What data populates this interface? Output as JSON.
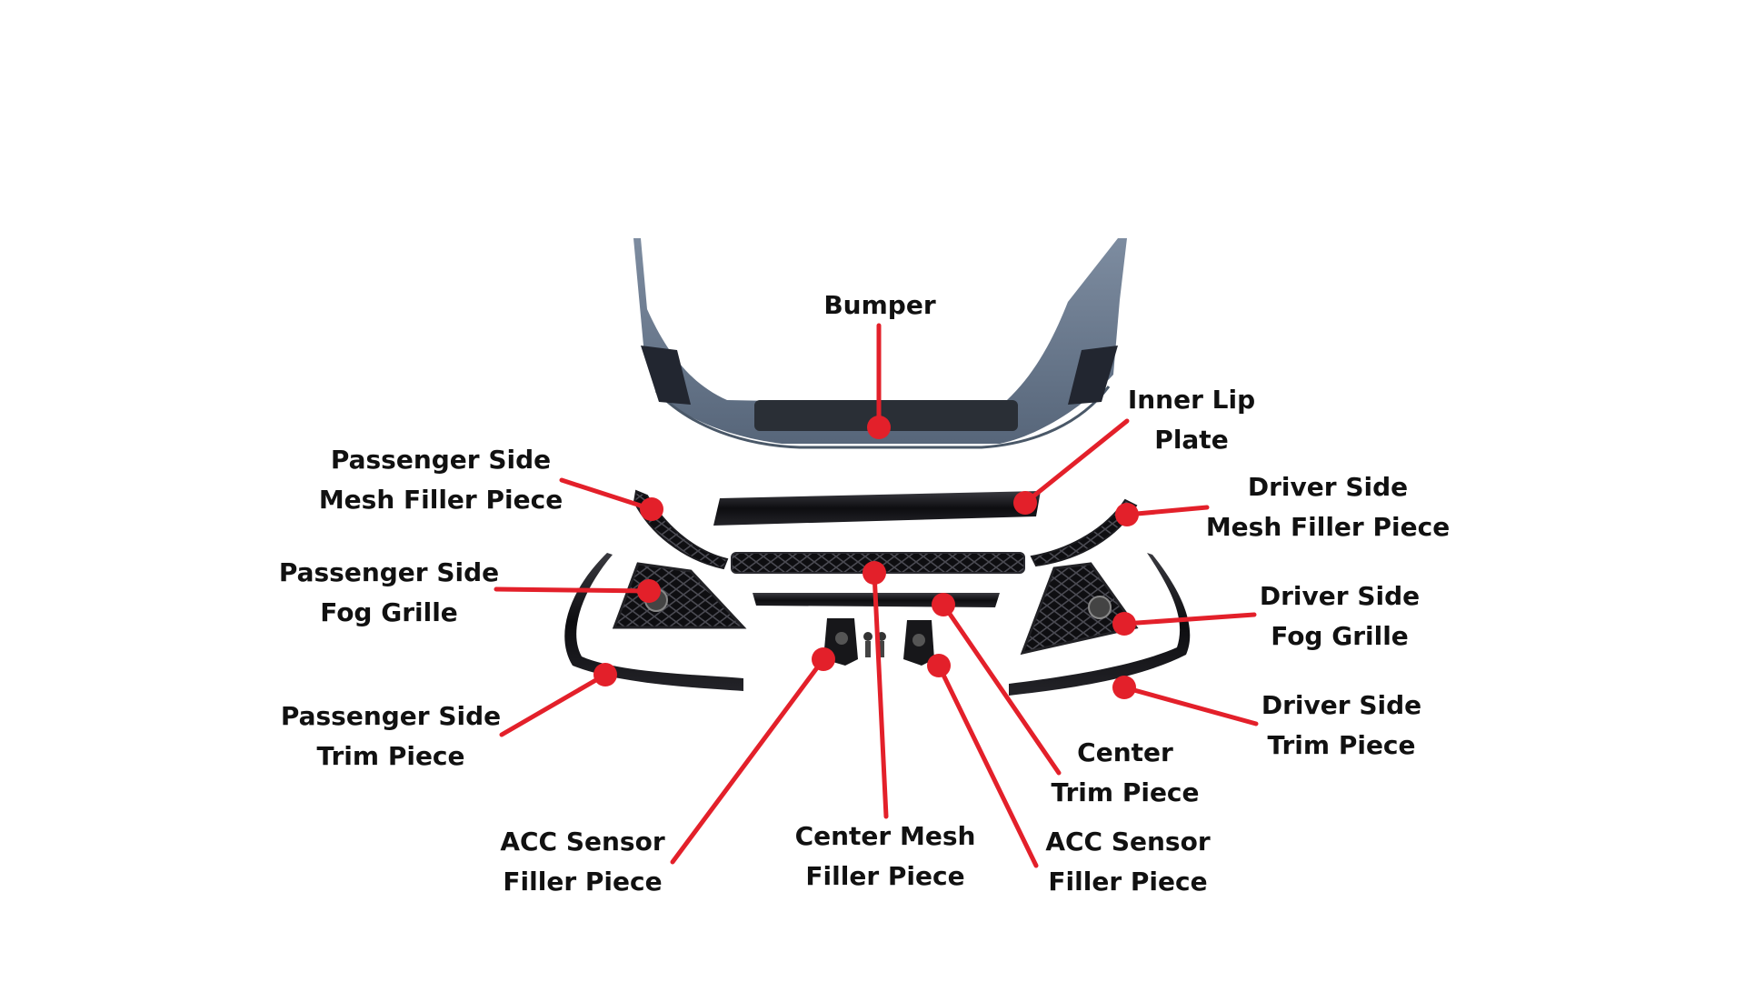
{
  "colors": {
    "callout": "#e3202a",
    "text": "#111111",
    "bumper_primer": "#6b7a8c",
    "gloss_black": "#141416"
  },
  "labels": {
    "bumper": [
      "Bumper"
    ],
    "inner_lip_plate": [
      "Inner Lip",
      "Plate"
    ],
    "passenger_mesh_filler": [
      "Passenger Side",
      "Mesh Filler Piece"
    ],
    "driver_mesh_filler": [
      "Driver Side",
      "Mesh Filler Piece"
    ],
    "passenger_fog_grille": [
      "Passenger Side",
      "Fog Grille"
    ],
    "driver_fog_grille": [
      "Driver Side",
      "Fog Grille"
    ],
    "passenger_trim": [
      "Passenger Side",
      "Trim Piece"
    ],
    "driver_trim": [
      "Driver Side",
      "Trim Piece"
    ],
    "center_trim": [
      "Center",
      "Trim Piece"
    ],
    "acc_sensor_left": [
      "ACC Sensor",
      "Filler Piece"
    ],
    "center_mesh_filler": [
      "Center Mesh",
      "Filler Piece"
    ],
    "acc_sensor_right": [
      "ACC Sensor",
      "Filler Piece"
    ]
  }
}
